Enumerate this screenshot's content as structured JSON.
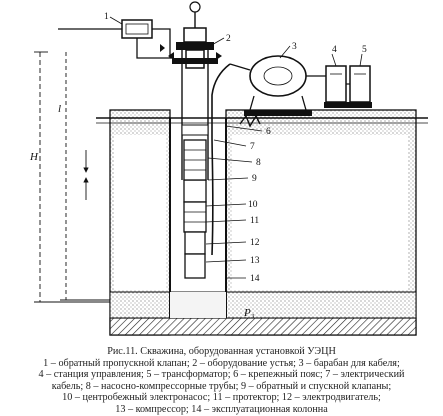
{
  "diagram": {
    "callouts": [
      "1",
      "2",
      "3",
      "4",
      "5",
      "6",
      "7",
      "8",
      "9",
      "10",
      "11",
      "12",
      "13",
      "14"
    ],
    "dimensions": {
      "depth": "H",
      "length": "l",
      "pressure": "P₃"
    }
  },
  "caption": {
    "lines": [
      "Рис.11. Скважина, оборудованная установкой УЭЦН",
      "1 – обратный пропускной клапан; 2 – оборудование устья; 3 – барабан для кабеля;",
      "4 – станция управления; 5 – трансформатор; 6 – крепежный пояс; 7 – электрический",
      "кабель; 8 – насосно-компрессорные трубы; 9 – обратный и спускной клапаны;",
      "10 – центробежный электронасос; 11 – протектор; 12 – электродвигатель;",
      "13 – компрессор; 14 – эксплуатационная колонна"
    ]
  }
}
